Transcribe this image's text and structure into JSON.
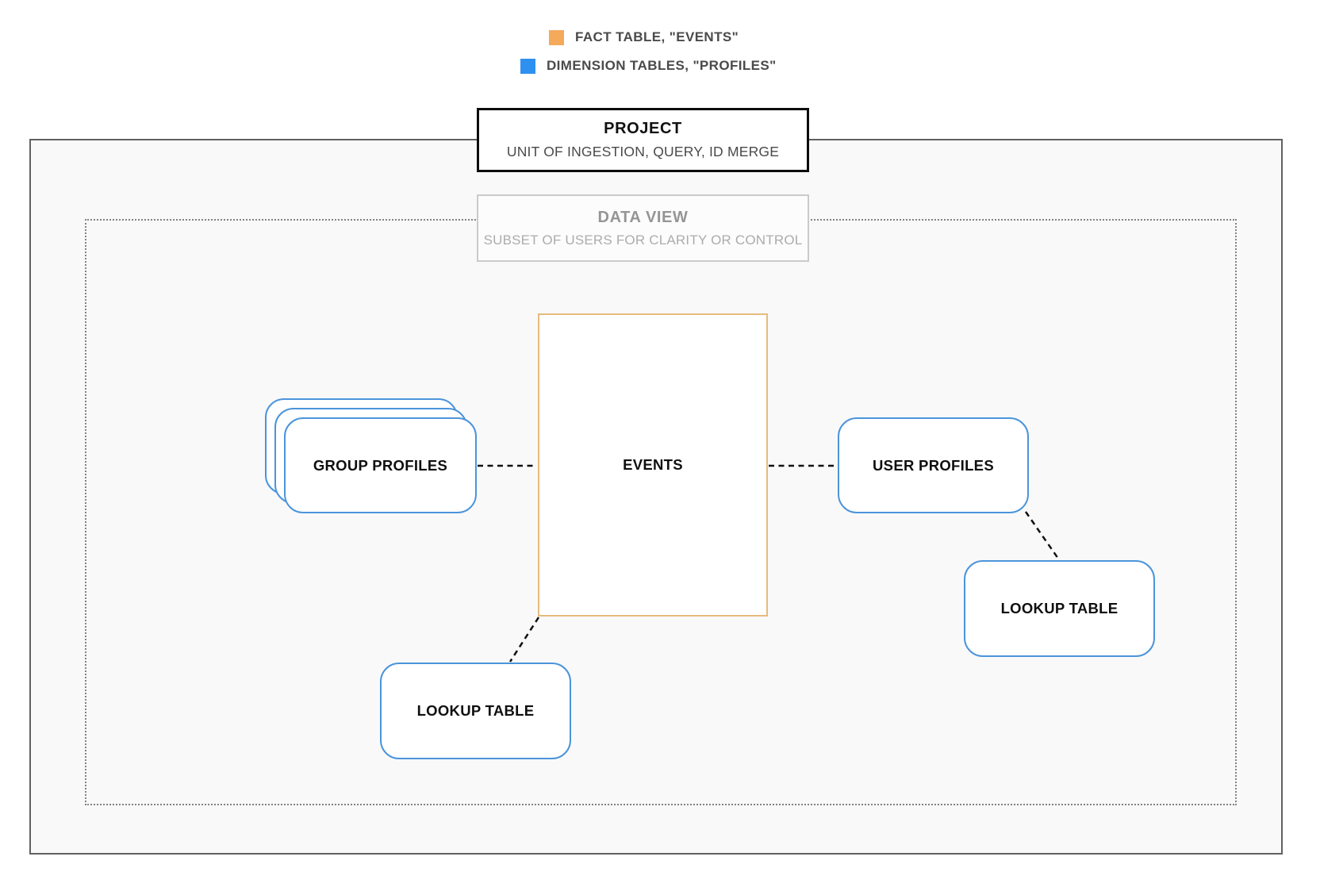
{
  "legend": {
    "items": [
      {
        "name": "fact-table",
        "label": "FACT TABLE, \"EVENTS\"",
        "color": "#f4a95b"
      },
      {
        "name": "dimension-tables",
        "label": "DIMENSION TABLES, \"PROFILES\"",
        "color": "#2e90f0"
      }
    ]
  },
  "project": {
    "title": "PROJECT",
    "subtitle": "UNIT OF INGESTION, QUERY, ID MERGE"
  },
  "data_view": {
    "title": "DATA VIEW",
    "subtitle": "SUBSET OF USERS FOR CLARITY OR CONTROL"
  },
  "nodes": {
    "events": {
      "label": "EVENTS",
      "border_color": "#e7ba7d"
    },
    "group_profiles": {
      "label": "GROUP PROFILES",
      "border_color": "#4b94db"
    },
    "user_profiles": {
      "label": "USER PROFILES",
      "border_color": "#4b94db"
    },
    "lookup_table_bottom": {
      "label": "LOOKUP TABLE",
      "border_color": "#4b94db"
    },
    "lookup_table_right": {
      "label": "LOOKUP TABLE",
      "border_color": "#4b94db"
    }
  },
  "colors": {
    "fact_accent": "#f4a95b",
    "dimension_accent": "#2e90f0",
    "project_border": "#0d0d0d",
    "outer_rect_border": "#616161",
    "dotted_rect_border": "#828282",
    "connector": "#111111"
  }
}
